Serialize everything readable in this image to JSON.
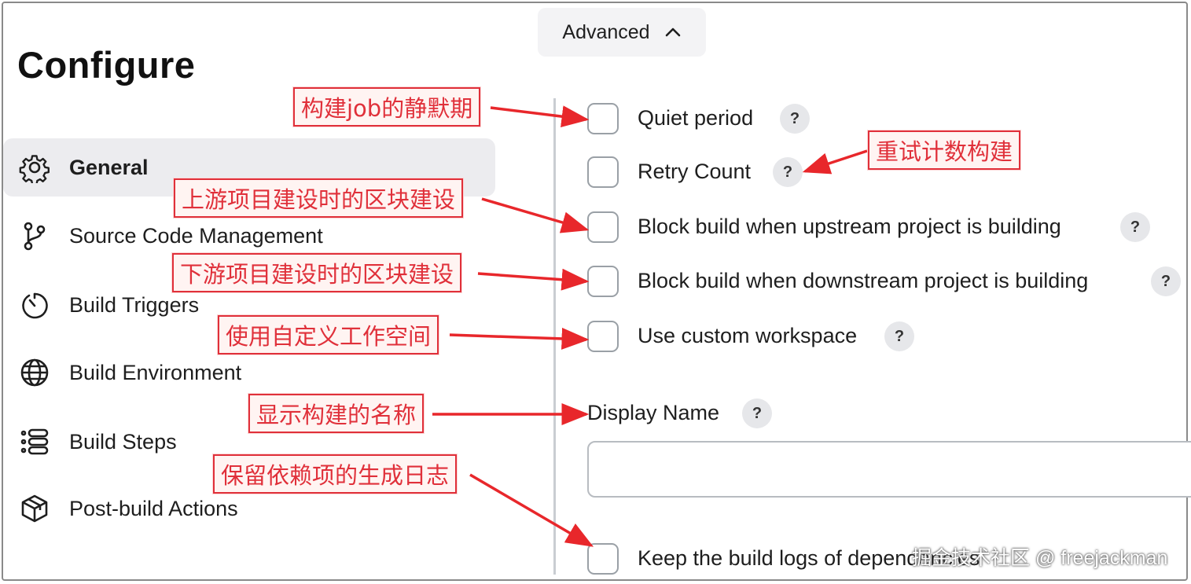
{
  "advanced": {
    "label": "Advanced",
    "chevron": "chevron-up-icon"
  },
  "page": {
    "title": "Configure"
  },
  "sidebar": {
    "items": [
      {
        "label": "General",
        "icon": "gear-icon",
        "active": true
      },
      {
        "label": "Source Code Management",
        "icon": "branch-icon"
      },
      {
        "label": "Build Triggers",
        "icon": "timer-icon"
      },
      {
        "label": "Build Environment",
        "icon": "globe-icon"
      },
      {
        "label": "Build Steps",
        "icon": "list-icon"
      },
      {
        "label": "Post-build Actions",
        "icon": "package-icon"
      }
    ]
  },
  "options": [
    {
      "label": "Quiet period",
      "checked": false
    },
    {
      "label": "Retry Count",
      "checked": false
    },
    {
      "label": "Block build when upstream project is building",
      "checked": false
    },
    {
      "label": "Block build when downstream project is building",
      "checked": false
    },
    {
      "label": "Use custom workspace",
      "checked": false
    },
    {
      "label": "Keep the build logs of dependencies",
      "checked": false
    }
  ],
  "display_name": {
    "label": "Display Name",
    "value": ""
  },
  "help_glyph": "?",
  "annotations": [
    "构建job的静默期",
    "重试计数构建",
    "上游项目建设时的区块建设",
    "下游项目建设时的区块建设",
    "使用自定义工作空间",
    "显示构建的名称",
    "保留依赖项的生成日志"
  ],
  "watermark": "掘金技术社区 @ freejackman",
  "colors": {
    "annotation": "#e0303a",
    "active_nav": "#ececef",
    "help_bg": "#e6e7ea"
  }
}
